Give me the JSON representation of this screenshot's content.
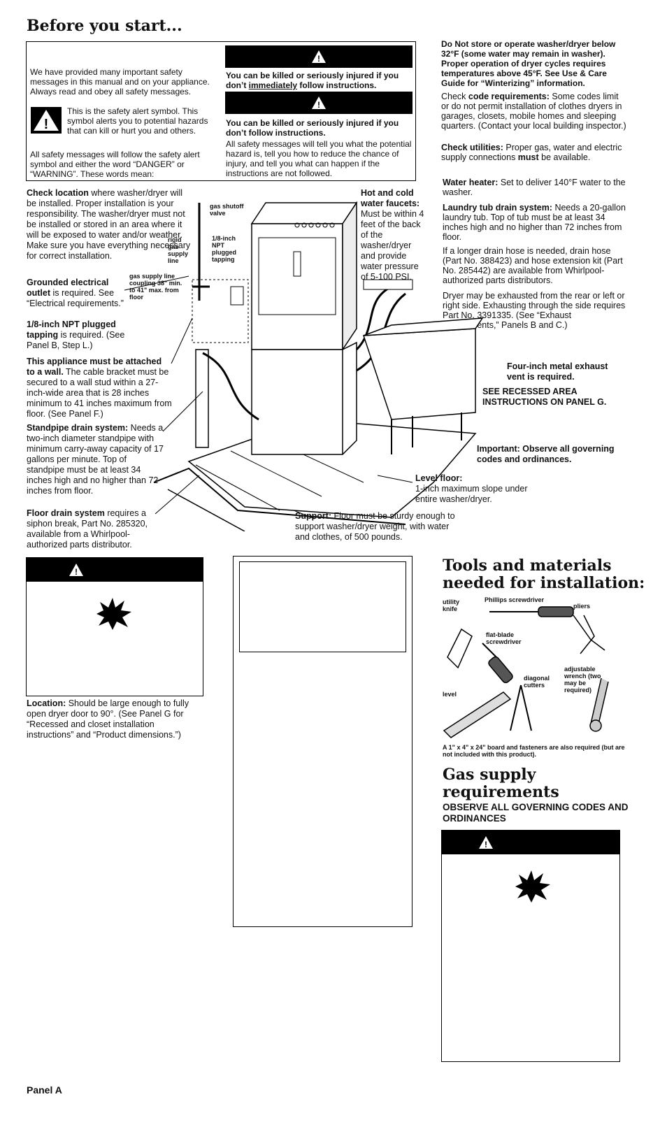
{
  "page_title": "Before you start...",
  "safety_box": {
    "intro": "We have provided many important safety messages in this manual and on your appliance. Always read and obey all safety messages.",
    "symbol_text": "This is the safety alert symbol. This symbol alerts you to potential hazards that can kill or hurt you and others.",
    "words_text": "All safety messages will follow the safety alert symbol and either the word “DANGER” or “WARNING”. These words mean:",
    "danger_text_a": "You can be killed or seriously injured if you don’t ",
    "danger_text_u": "immediately",
    "danger_text_b": " follow instructions.",
    "warning_text": "You can be killed or seriously injured if you don’t follow instructions.",
    "tell_text": "All safety messages will tell you what the potential hazard is, tell you how to reduce the chance of injury, and tell you what can happen if the instructions are not followed."
  },
  "right_col": {
    "freeze_text": "Do Not store or operate washer/dryer below 32°F (some water may remain in washer). Proper operation of dryer cycles requires temperatures above 45°F. See Use & Care Guide for “Winterizing” information.",
    "code_lead": "Check ",
    "code_bold": "code requirements:",
    "code_rest": " Some codes limit or do not permit installation of clothes dryers in garages, closets, mobile homes and sleeping quarters. (Contact your local building inspector.)",
    "util_bold": "Check utilities:",
    "util_rest": " Proper gas, water and electric supply connections ",
    "util_must": "must",
    "util_end": " be available.",
    "heater_bold": "Water heater:",
    "heater_rest": " Set to deliver 140°F water to the washer.",
    "tub_bold": "Laundry tub drain system:",
    "tub_rest": " Needs a 20-gallon laundry tub. Top of tub must be at least 34 inches high and no higher than 72 inches from floor.",
    "hose_text": "If a longer drain hose is needed, drain hose (Part No. 388423) and hose extension kit (Part No. 285442) are available from Whirlpool-authorized parts distributors.",
    "exhaust_text": "Dryer may be exhausted from the rear or left or right side. Exhausting through the side requires Part No. 3391335. (See “Exhaust requirements,” Panels B and C.)"
  },
  "diagram": {
    "check_location_bold": "Check location",
    "check_location_rest": " where washer/dryer will be installed. Proper installation is your responsibility. The washer/dryer must not be installed or stored in an area where it will be exposed to water and/or weather. Make sure you have everything necessary for correct installation.",
    "outlet_bold": "Grounded electrical outlet",
    "outlet_rest": " is required. See “Electrical requirements.”",
    "tapping_bold": "1/8-inch NPT plugged tapping",
    "tapping_rest": " is required. (See Panel B, Step L.)",
    "wall_bold": "This appliance must be attached to a wall.",
    "wall_rest": " The cable bracket must be secured to a wall stud within a 27-inch-wide area that is 28 inches minimum to 41 inches maximum from floor. (See Panel F.)",
    "standpipe_bold": "Standpipe drain system:",
    "standpipe_rest": " Needs a two-inch diameter standpipe with minimum carry-away capacity of 17 gallons per minute. Top of standpipe must be at least 34 inches high and no higher than 72 inches from floor.",
    "floor_drain_bold": "Floor drain system",
    "floor_drain_rest": " requires a siphon break, Part No. 285320, available from a Whirlpool-authorized parts distributor.",
    "faucets_bold": "Hot and cold water faucets:",
    "faucets_rest": " Must be within 4 feet of the back of the washer/dryer and provide water pressure of 5-100 PSI.",
    "vent_text": "Four-inch metal exhaust vent is required.",
    "recessed_text": "SEE RECESSED AREA INSTRUCTIONS ON PANEL G.",
    "important_text": "Important: Observe all governing codes and ordinances.",
    "level_bold": "Level floor:",
    "level_rest": "1-inch maximum slope under entire washer/dryer.",
    "support_bold": "Support:",
    "support_rest": " Floor must be sturdy enough to support washer/dryer weight, with water and clothes, of 500 pounds.",
    "lbl_shutoff": "gas shutoff valve",
    "lbl_rigid": "rigid gas supply line",
    "lbl_npt": "1/8-inch NPT plugged tapping",
    "lbl_coupling": "gas supply line coupling 38\" min. to 41\" max. from floor"
  },
  "location_bold": "Location:",
  "location_rest": " Should be large enough to fully open dryer door to 90°. (See Panel G for “Recessed and closet installation instructions” and “Product dimensions.”)",
  "tools": {
    "heading": "Tools and materials needed for installation:",
    "labels": {
      "knife": "utility knife",
      "phillips": "Phillips screwdriver",
      "pliers": "pliers",
      "flat": "flat-blade screwdriver",
      "wrench": "adjustable wrench (two may be required)",
      "cutters": "diagonal cutters",
      "level": "level"
    },
    "board_note": "A 1\" x 4\" x 24\" board and fasteners are also required (but are not included with this product)."
  },
  "gas": {
    "heading": "Gas supply requirements",
    "subheading": "OBSERVE ALL GOVERNING CODES AND ORDINANCES"
  },
  "footer": "Panel A",
  "colors": {
    "ink": "#111111",
    "bar": "#000000"
  }
}
